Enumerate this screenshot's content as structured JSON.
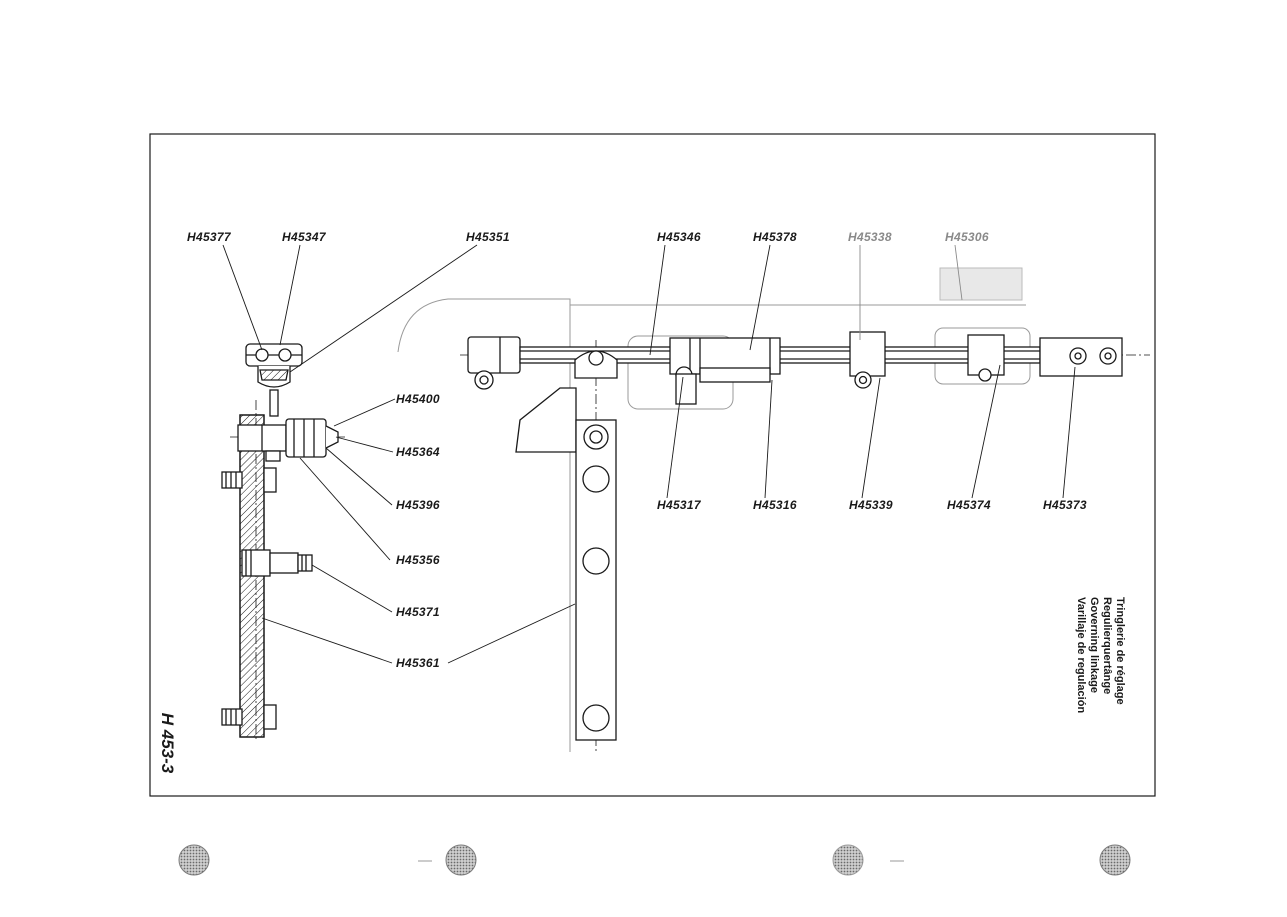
{
  "sheet": {
    "number": "H 453-3",
    "title_lines": [
      "Tringlerie de réglage",
      "Regulierquertânge",
      "Governing linkage",
      "Varillaje de regulación"
    ]
  },
  "part_labels": {
    "h45377": "H45377",
    "h45347": "H45347",
    "h45351": "H45351",
    "h45346": "H45346",
    "h45378": "H45378",
    "h45338": "H45338",
    "h45306": "H45306",
    "h45400": "H45400",
    "h45364": "H45364",
    "h45396": "H45396",
    "h45356": "H45356",
    "h45371": "H45371",
    "h45361": "H45361",
    "h45317": "H45317",
    "h45316": "H45316",
    "h45339": "H45339",
    "h45374": "H45374",
    "h45373": "H45373"
  },
  "colors": {
    "ink": "#1a1a1a",
    "faint_ink": "#8a8a8a",
    "punch_hole": "#9a9a9a"
  }
}
